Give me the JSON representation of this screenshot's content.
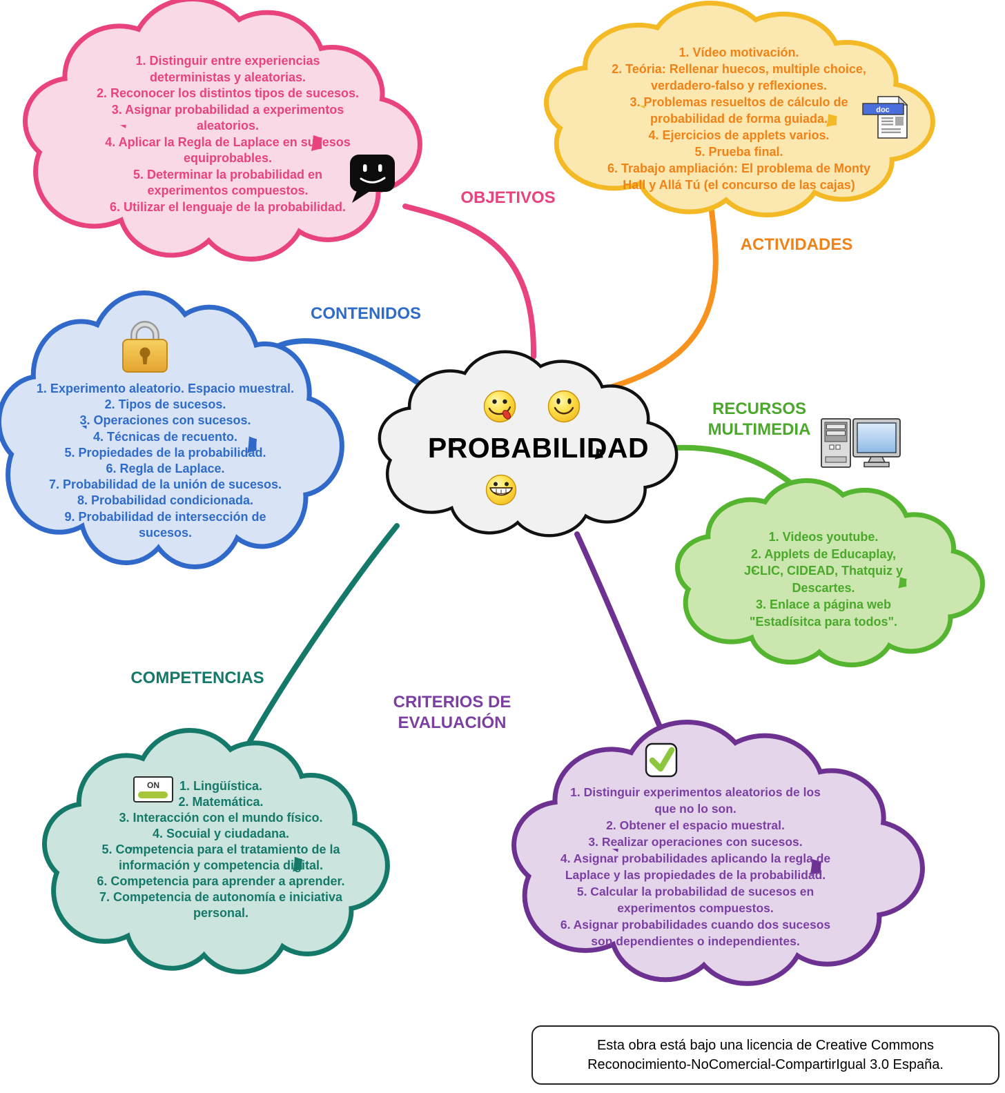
{
  "center": {
    "title": "PROBABILIDAD",
    "fill": "#F1F1F1",
    "border": "#111111",
    "emojis": [
      "tongue-out-smiley",
      "smiling-face",
      "grinning-teeth-face"
    ]
  },
  "branches": {
    "objetivos": {
      "label": "OBJETIVOS",
      "icon": "speech-bubble-icon",
      "color": "#E8437F",
      "fill": "#FAD9E6",
      "lines": [
        "1. Distinguir entre experiencias",
        "deterministas y aleatorias.",
        "2. Reconocer los distintos tipos de sucesos.",
        "3. Asignar probabilidad a experimentos",
        "aleatorios.",
        "4. Aplicar la Regla de Laplace en sucesos",
        "equiprobables.",
        "5. Determinar la probabilidad en",
        "experimentos compuestos.",
        "6. Utilizar el lenguaje de la probabilidad."
      ]
    },
    "actividades": {
      "label": "ACTIVIDADES",
      "icon": "doc-file-icon",
      "icon_label": "doc",
      "color": "#F08218",
      "fill": "#FBE8B0",
      "border": "#F3BA25",
      "lines": [
        "1. Vídeo motivación.",
        "2. Teória: Rellenar huecos, multiple choice,",
        "verdadero-falso y reflexiones.",
        "3. Problemas resueltos de cálculo de",
        "probabilidad de forma guiada.",
        "4. Ejercicios de applets varios.",
        "5. Prueba final.",
        "6. Trabajo ampliación: El problema de Monty",
        "Hall y Allá Tú (el concurso de las cajas)"
      ]
    },
    "contenidos": {
      "label": "CONTENIDOS",
      "icon": "padlock-icon",
      "color": "#2F6BC9",
      "fill": "#D8E3F5",
      "lines": [
        "1. Experimento aleatorio. Espacio muestral.",
        "2.  Tipos de sucesos.",
        "3. Operaciones con sucesos.",
        "4. Técnicas de recuento.",
        "5. Propiedades de la probabilidad.",
        "6. Regla de Laplace.",
        "7. Probabilidad de la unión de sucesos.",
        "8. Probabilidad condicionada.",
        "9. Probabilidad de intersección de",
        "sucesos."
      ]
    },
    "recursos": {
      "label": [
        "RECURSOS",
        "MULTIMEDIA"
      ],
      "icon": "desktop-computer-icon",
      "color": "#4AA82A",
      "fill": "#CBE6AE",
      "border": "#56B530",
      "lines": [
        "1. Videos youtube.",
        "2. Applets de Educaplay,",
        "JCLIC, CIDEAD, Thatquiz y",
        "Descartes.",
        "3. Enlace a página web",
        "\"Estadísitca para todos\"."
      ]
    },
    "competencias": {
      "label": "COMPETENCIAS",
      "icon": "on-switch-icon",
      "icon_label": "ON",
      "color": "#15796A",
      "fill": "#CCE4DE",
      "lines": [
        "1. Lingüística.",
        "2. Matemática.",
        "3. Interacción con el mundo físico.",
        "4. Socuial y ciudadana.",
        "5. Competencia para el tratamiento de la",
        "información y competencia digital.",
        "6. Competencia para aprender a aprender.",
        "7. Competencia de autonomía e iniciativa",
        "personal."
      ]
    },
    "criterios": {
      "label": [
        "CRITERIOS DE",
        "EVALUACIÓN"
      ],
      "icon": "checkbox-checked-icon",
      "color": "#7B3FA2",
      "fill": "#E4D5EB",
      "border": "#6C3191",
      "lines": [
        "1. Distinguir experimentos aleatorios de los",
        "que no lo son.",
        "2. Obtener el espacio muestral.",
        "3. Realizar operaciones con sucesos.",
        "4. Asignar probabilidades aplicando la regla de",
        "Laplace y las propiedades de la probabilidad.",
        "5. Calcular la probabilidad de sucesos en",
        "experimentos compuestos.",
        "6. Asignar probabilidades cuando dos sucesos",
        "son dependientes o independientes."
      ]
    }
  },
  "license": {
    "lines": [
      "Esta obra está bajo una licencia de Creative Commons",
      "Reconocimiento-NoComercial-CompartirIgual 3.0 España."
    ]
  }
}
